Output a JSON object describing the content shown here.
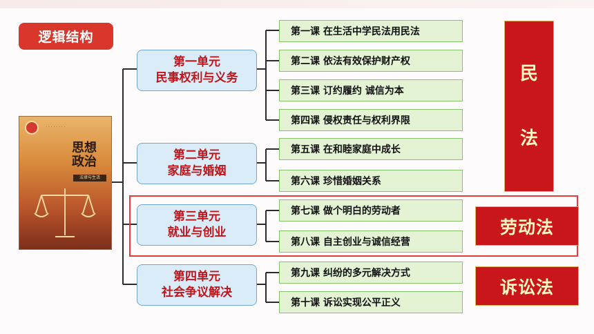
{
  "title": "逻辑结构",
  "book": {
    "cover_title": "思想政治",
    "cover_tag": "法律与生活"
  },
  "units": [
    {
      "line1": "第一单元",
      "line2": "民事权利与义务"
    },
    {
      "line1": "第二单元",
      "line2": "家庭与婚姻"
    },
    {
      "line1": "第三单元",
      "line2": "就业与创业"
    },
    {
      "line1": "第四单元",
      "line2": "社会争议解决"
    }
  ],
  "lessons": [
    "第一课  在生活中学民法用民法",
    "第二课  依法有效保护财产权",
    "第三课  订约履约 诚信为本",
    "第四课  侵权责任与权利界限",
    "第五课  在和睦家庭中成长",
    "第六课  珍惜婚姻关系",
    "第七课  做个明白的劳动者",
    "第八课  自主创业与诚信经营",
    "第九课  纠纷的多元解决方式",
    "第十课  诉讼实现公平正义"
  ],
  "laws": {
    "civil_char1": "民",
    "civil_char2": "法",
    "labor": "劳动法",
    "litigation": "诉讼法"
  },
  "colors": {
    "accent_red": "#c8161b",
    "title_red": "#d9372b",
    "unit_fill": "#d9ecf8",
    "lesson_fill": "#e3f3d4"
  }
}
